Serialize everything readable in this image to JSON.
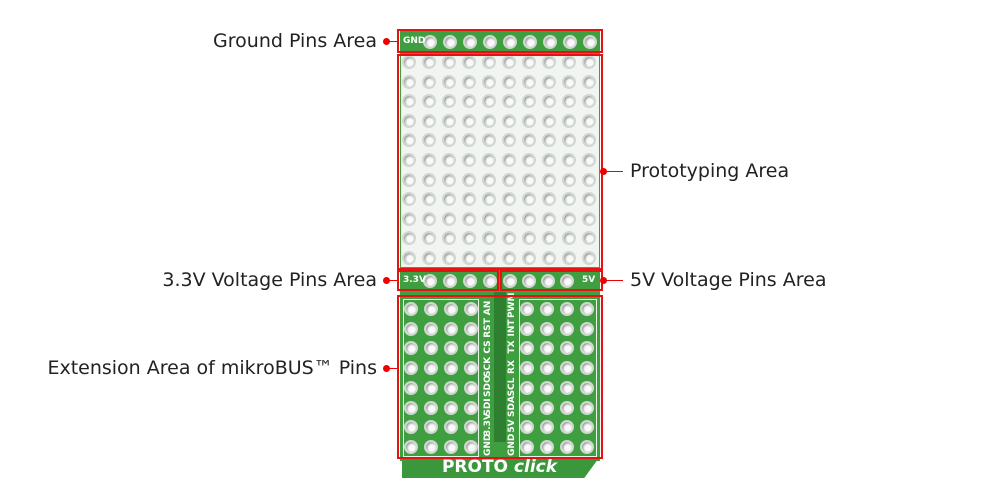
{
  "callouts": {
    "ground": "Ground Pins Area",
    "prototyping": "Prototyping Area",
    "v33": "3.3V Voltage Pins Area",
    "v5": "5V Voltage Pins Area",
    "extension": "Extension Area of mikroBUS™ Pins"
  },
  "board": {
    "gnd_label": "GND",
    "v33_label": "3.3V",
    "v5_label": "5V",
    "title_a": "PROTO",
    "title_b": "click",
    "left_pins": [
      "AN",
      "RST",
      "CS",
      "SCK",
      "SDO",
      "SDI",
      "3.3V",
      "GND"
    ],
    "right_pins": [
      "PWM",
      "INT",
      "TX",
      "RX",
      "SCL",
      "SDA",
      "5V",
      "GND"
    ]
  },
  "colors": {
    "board": "#3e9e40",
    "highlight": "#e41212"
  }
}
